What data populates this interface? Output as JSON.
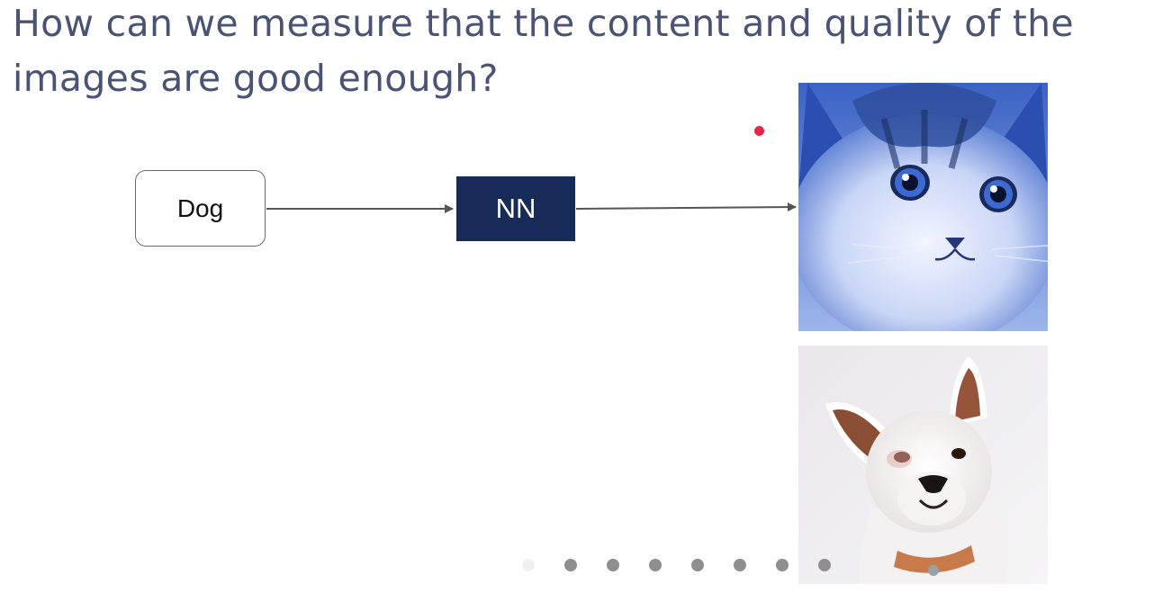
{
  "slide": {
    "title": "How can we measure that the content and quality of the images are good enough?"
  },
  "diagram": {
    "input_label": "Dog",
    "model_label": "NN",
    "arrow_color": "#555555",
    "model_fill": "#162b58"
  },
  "images": [
    {
      "subject": "cat",
      "tint": "blue"
    },
    {
      "subject": "dog",
      "tint": "natural"
    }
  ],
  "pointer": {
    "color": "#e4264a"
  },
  "pager": {
    "dot_count": 8,
    "active_index": 0
  }
}
